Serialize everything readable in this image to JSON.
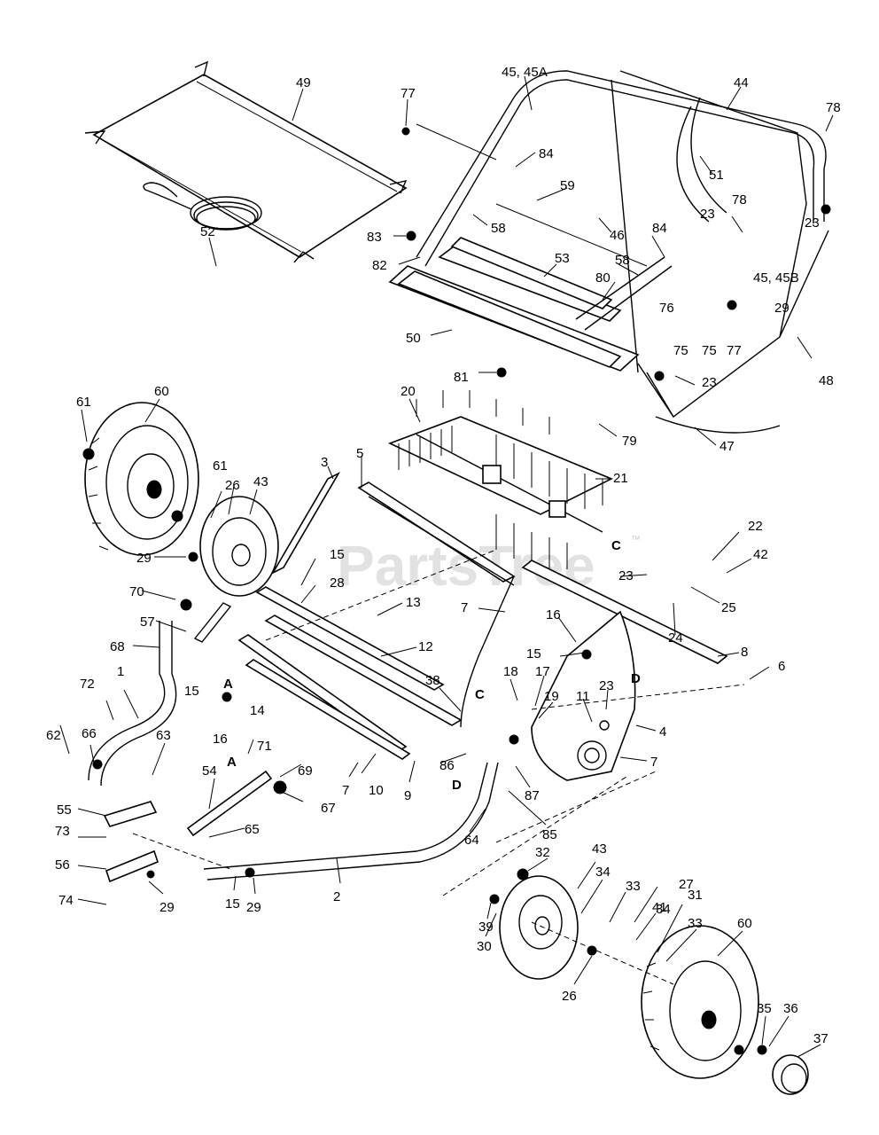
{
  "watermark": {
    "text": "PartsTree",
    "mark": "™"
  },
  "labels": {
    "l1": "1",
    "l2": "2",
    "l3": "3",
    "l4": "4",
    "l5": "5",
    "l6": "6",
    "l7a": "7",
    "l7b": "7",
    "l7c": "7",
    "l8": "8",
    "l9": "9",
    "l10": "10",
    "l11": "11",
    "l12": "12",
    "l13": "13",
    "l14": "14",
    "l15a": "15",
    "l15b": "15",
    "l15c": "15",
    "l15d": "15",
    "l16a": "16",
    "l16b": "16",
    "l17": "17",
    "l18": "18",
    "l19": "19",
    "l20": "20",
    "l21": "21",
    "l22": "22",
    "l23a": "23",
    "l23b": "23",
    "l23c": "23",
    "l23d": "23",
    "l23e": "23",
    "l24": "24",
    "l25": "25",
    "l26a": "26",
    "l26b": "26",
    "l27": "27",
    "l28": "28",
    "l29a": "29",
    "l29b": "29",
    "l29c": "29",
    "l29d": "29",
    "l30": "30",
    "l31": "31",
    "l32": "32",
    "l33a": "33",
    "l33b": "33",
    "l34a": "34",
    "l34b": "34",
    "l35": "35",
    "l36": "36",
    "l37": "37",
    "l38": "38",
    "l39": "39",
    "l41": "41",
    "l42": "42",
    "l43a": "43",
    "l43b": "43",
    "l44": "44",
    "l45a": "45, 45A",
    "l45b": "45, 45B",
    "l46": "46",
    "l47": "47",
    "l48": "48",
    "l49": "49",
    "l50": "50",
    "l51": "51",
    "l52": "52",
    "l53": "53",
    "l54": "54",
    "l55": "55",
    "l56": "56",
    "l57": "57",
    "l58a": "58",
    "l58b": "58",
    "l59": "59",
    "l60a": "60",
    "l60b": "60",
    "l61a": "61",
    "l61b": "61",
    "l62": "62",
    "l63": "63",
    "l64": "64",
    "l65": "65",
    "l66": "66",
    "l67": "67",
    "l68": "68",
    "l69": "69",
    "l70": "70",
    "l71": "71",
    "l72": "72",
    "l73": "73",
    "l74": "74",
    "l75a": "75",
    "l75b": "75",
    "l76": "76",
    "l77a": "77",
    "l77b": "77",
    "l78a": "78",
    "l78b": "78",
    "l79": "79",
    "l80": "80",
    "l81": "81",
    "l82": "82",
    "l83": "83",
    "l84a": "84",
    "l84b": "84",
    "l85": "85",
    "l86": "86",
    "l87": "87",
    "refA1": "A",
    "refA2": "A",
    "refC1": "C",
    "refC2": "C",
    "refD1": "D",
    "refD2": "D"
  }
}
